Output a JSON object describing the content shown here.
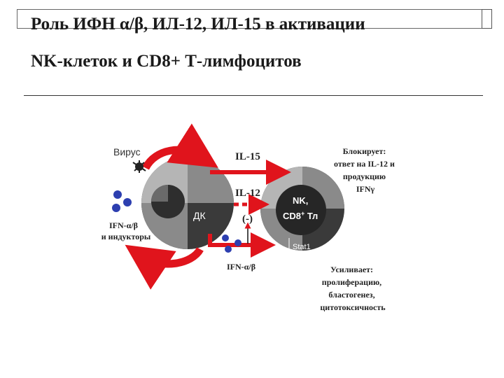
{
  "title": {
    "line1": "Роль ИФН α/β, ИЛ-12, ИЛ-15 в активации",
    "line2": "NK-клеток и CD8+ Т-лимфоцитов"
  },
  "diagram": {
    "virus_label": "Вирус",
    "ifn_inducers_label": [
      "IFN-α/β",
      "и индукторы"
    ],
    "dc_label": "ДК",
    "il15_label": "IL-15",
    "il12_label": "IL-12",
    "inhibit_label": "(-)",
    "nk_label": [
      "NK,",
      "CD8",
      "+",
      " Тл"
    ],
    "stat1_label": "Stat1",
    "ifn_bottom_label": "IFN-α/β",
    "blocks_box": [
      "Блокирует:",
      "ответ на IL-12 и",
      "продукцию",
      "IFNγ"
    ],
    "enhances_box": [
      "Усиливает:",
      "пролиферацию,",
      "бластогенез,",
      "цитотоксичность"
    ]
  },
  "colors": {
    "arrow_red": "#e0141c",
    "ifn_dot_blue": "#2d3fb0",
    "cell_dark": "#3a3a3a",
    "cell_mid": "#8a8a8a",
    "cell_light": "#b5b5b5"
  }
}
